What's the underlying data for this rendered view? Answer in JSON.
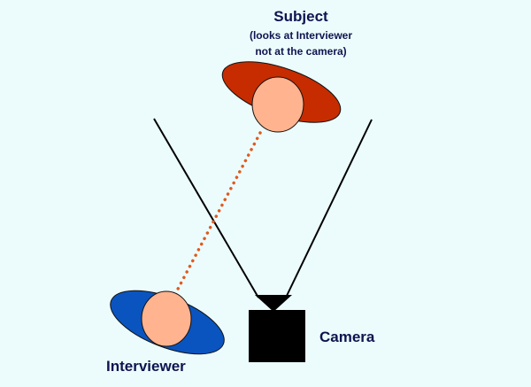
{
  "subject": {
    "title": "Subject",
    "note_line1": "(looks at Interviewer",
    "note_line2": "not at the camera)"
  },
  "camera": {
    "label": "Camera"
  },
  "interviewer": {
    "label": "Interviewer"
  },
  "colors": {
    "background": "#ECFCFC",
    "subject_body": "#C62C00",
    "interviewer_body": "#0A54C0",
    "skin": "#FFB38E",
    "camera": "#000000",
    "sightline": "#E05A1E",
    "text": "#0E1450"
  }
}
